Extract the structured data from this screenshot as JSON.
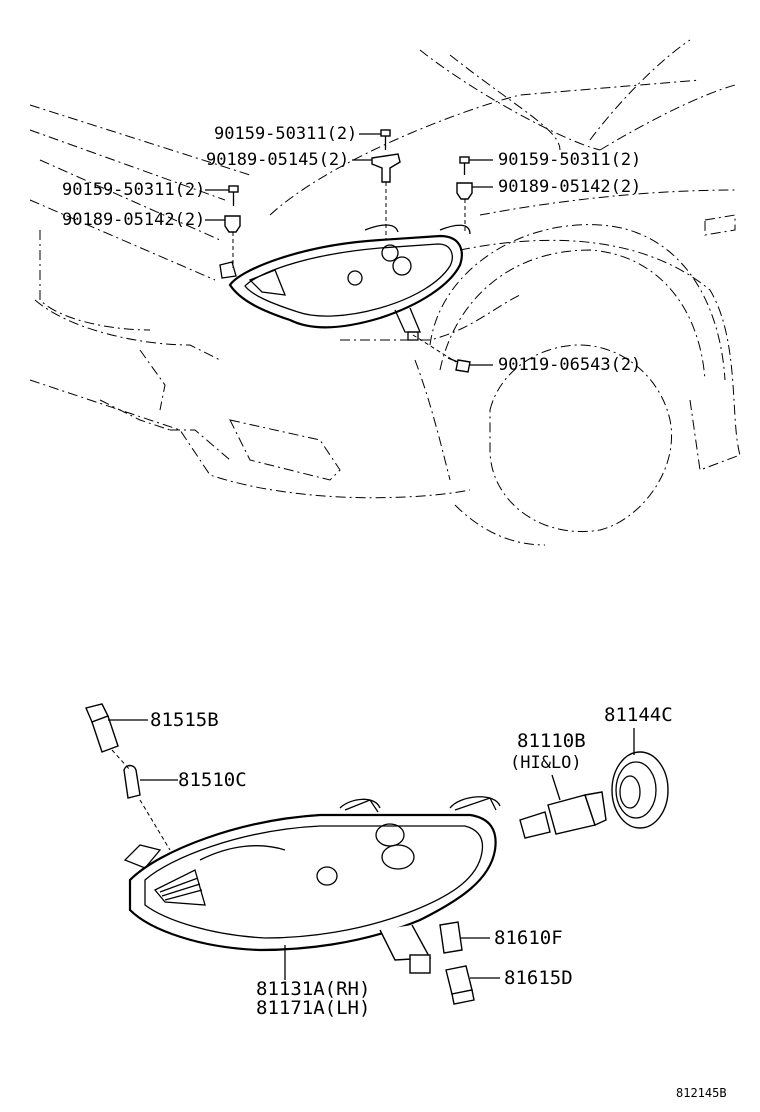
{
  "labels": {
    "p1": "90159-50311(2)",
    "p2": "90189-05145(2)",
    "p3": "90159-50311(2)",
    "p4": "90189-05142(2)",
    "p5": "90159-50311(2)",
    "p6": "90189-05142(2)",
    "p7": "90119-06543(2)",
    "p8": "81515B",
    "p9": "81510C",
    "p10": "81144C",
    "p11": "81110B",
    "p11b": "(HI&LO)",
    "p12": "81610F",
    "p13": "81615D",
    "p14": "81131A(RH)",
    "p15": "81171A(LH)"
  },
  "ref": "812145B"
}
